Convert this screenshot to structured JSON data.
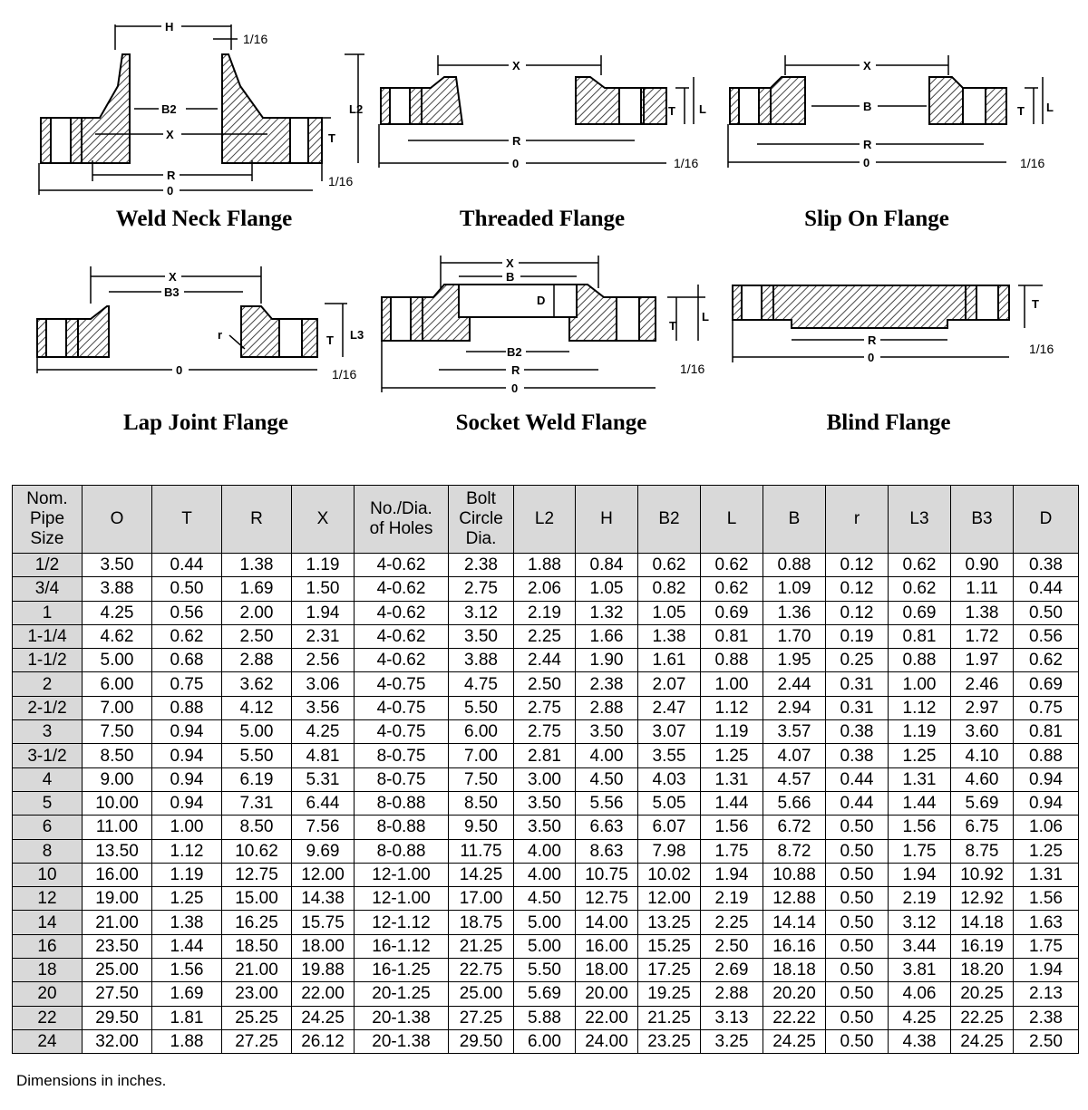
{
  "diagrams": {
    "weld_neck": {
      "title": "Weld Neck Flange",
      "labels": {
        "H": "H",
        "frac_top": "1/16",
        "B2": "B2",
        "X": "X",
        "L2": "L2",
        "T": "T",
        "R": "R",
        "O": "0",
        "frac_bottom": "1/16"
      }
    },
    "threaded": {
      "title": "Threaded Flange",
      "labels": {
        "X": "X",
        "T": "T",
        "L": "L",
        "R": "R",
        "O": "0",
        "frac": "1/16"
      }
    },
    "slip_on": {
      "title": "Slip On Flange",
      "labels": {
        "X": "X",
        "B": "B",
        "T": "T",
        "L": "L",
        "R": "R",
        "O": "0",
        "frac": "1/16"
      }
    },
    "lap_joint": {
      "title": "Lap Joint Flange",
      "labels": {
        "X": "X",
        "B3": "B3",
        "r": "r",
        "T": "T",
        "L3": "L3",
        "O": "0",
        "frac": "1/16"
      }
    },
    "socket_weld": {
      "title": "Socket Weld Flange",
      "labels": {
        "X": "X",
        "B": "B",
        "D": "D",
        "T": "T",
        "L": "L",
        "B2": "B2",
        "R": "R",
        "O": "0",
        "frac": "1/16"
      }
    },
    "blind": {
      "title": "Blind Flange",
      "labels": {
        "T": "T",
        "R": "R",
        "O": "0",
        "frac": "1/16"
      }
    }
  },
  "table": {
    "headers": [
      [
        "Nom.",
        "Pipe",
        "Size"
      ],
      [
        "O"
      ],
      [
        "T"
      ],
      [
        "R"
      ],
      [
        "X"
      ],
      [
        "No./Dia.",
        "of Holes"
      ],
      [
        "Bolt",
        "Circle",
        "Dia."
      ],
      [
        "L2"
      ],
      [
        "H"
      ],
      [
        "B2"
      ],
      [
        "L"
      ],
      [
        "B"
      ],
      [
        "r"
      ],
      [
        "L3"
      ],
      [
        "B3"
      ],
      [
        "D"
      ]
    ],
    "rows": [
      [
        "1/2",
        "3.50",
        "0.44",
        "1.38",
        "1.19",
        "4-0.62",
        "2.38",
        "1.88",
        "0.84",
        "0.62",
        "0.62",
        "0.88",
        "0.12",
        "0.62",
        "0.90",
        "0.38"
      ],
      [
        "3/4",
        "3.88",
        "0.50",
        "1.69",
        "1.50",
        "4-0.62",
        "2.75",
        "2.06",
        "1.05",
        "0.82",
        "0.62",
        "1.09",
        "0.12",
        "0.62",
        "1.11",
        "0.44"
      ],
      [
        "1",
        "4.25",
        "0.56",
        "2.00",
        "1.94",
        "4-0.62",
        "3.12",
        "2.19",
        "1.32",
        "1.05",
        "0.69",
        "1.36",
        "0.12",
        "0.69",
        "1.38",
        "0.50"
      ],
      [
        "1-1/4",
        "4.62",
        "0.62",
        "2.50",
        "2.31",
        "4-0.62",
        "3.50",
        "2.25",
        "1.66",
        "1.38",
        "0.81",
        "1.70",
        "0.19",
        "0.81",
        "1.72",
        "0.56"
      ],
      [
        "1-1/2",
        "5.00",
        "0.68",
        "2.88",
        "2.56",
        "4-0.62",
        "3.88",
        "2.44",
        "1.90",
        "1.61",
        "0.88",
        "1.95",
        "0.25",
        "0.88",
        "1.97",
        "0.62"
      ],
      [
        "2",
        "6.00",
        "0.75",
        "3.62",
        "3.06",
        "4-0.75",
        "4.75",
        "2.50",
        "2.38",
        "2.07",
        "1.00",
        "2.44",
        "0.31",
        "1.00",
        "2.46",
        "0.69"
      ],
      [
        "2-1/2",
        "7.00",
        "0.88",
        "4.12",
        "3.56",
        "4-0.75",
        "5.50",
        "2.75",
        "2.88",
        "2.47",
        "1.12",
        "2.94",
        "0.31",
        "1.12",
        "2.97",
        "0.75"
      ],
      [
        "3",
        "7.50",
        "0.94",
        "5.00",
        "4.25",
        "4-0.75",
        "6.00",
        "2.75",
        "3.50",
        "3.07",
        "1.19",
        "3.57",
        "0.38",
        "1.19",
        "3.60",
        "0.81"
      ],
      [
        "3-1/2",
        "8.50",
        "0.94",
        "5.50",
        "4.81",
        "8-0.75",
        "7.00",
        "2.81",
        "4.00",
        "3.55",
        "1.25",
        "4.07",
        "0.38",
        "1.25",
        "4.10",
        "0.88"
      ],
      [
        "4",
        "9.00",
        "0.94",
        "6.19",
        "5.31",
        "8-0.75",
        "7.50",
        "3.00",
        "4.50",
        "4.03",
        "1.31",
        "4.57",
        "0.44",
        "1.31",
        "4.60",
        "0.94"
      ],
      [
        "5",
        "10.00",
        "0.94",
        "7.31",
        "6.44",
        "8-0.88",
        "8.50",
        "3.50",
        "5.56",
        "5.05",
        "1.44",
        "5.66",
        "0.44",
        "1.44",
        "5.69",
        "0.94"
      ],
      [
        "6",
        "11.00",
        "1.00",
        "8.50",
        "7.56",
        "8-0.88",
        "9.50",
        "3.50",
        "6.63",
        "6.07",
        "1.56",
        "6.72",
        "0.50",
        "1.56",
        "6.75",
        "1.06"
      ],
      [
        "8",
        "13.50",
        "1.12",
        "10.62",
        "9.69",
        "8-0.88",
        "11.75",
        "4.00",
        "8.63",
        "7.98",
        "1.75",
        "8.72",
        "0.50",
        "1.75",
        "8.75",
        "1.25"
      ],
      [
        "10",
        "16.00",
        "1.19",
        "12.75",
        "12.00",
        "12-1.00",
        "14.25",
        "4.00",
        "10.75",
        "10.02",
        "1.94",
        "10.88",
        "0.50",
        "1.94",
        "10.92",
        "1.31"
      ],
      [
        "12",
        "19.00",
        "1.25",
        "15.00",
        "14.38",
        "12-1.00",
        "17.00",
        "4.50",
        "12.75",
        "12.00",
        "2.19",
        "12.88",
        "0.50",
        "2.19",
        "12.92",
        "1.56"
      ],
      [
        "14",
        "21.00",
        "1.38",
        "16.25",
        "15.75",
        "12-1.12",
        "18.75",
        "5.00",
        "14.00",
        "13.25",
        "2.25",
        "14.14",
        "0.50",
        "3.12",
        "14.18",
        "1.63"
      ],
      [
        "16",
        "23.50",
        "1.44",
        "18.50",
        "18.00",
        "16-1.12",
        "21.25",
        "5.00",
        "16.00",
        "15.25",
        "2.50",
        "16.16",
        "0.50",
        "3.44",
        "16.19",
        "1.75"
      ],
      [
        "18",
        "25.00",
        "1.56",
        "21.00",
        "19.88",
        "16-1.25",
        "22.75",
        "5.50",
        "18.00",
        "17.25",
        "2.69",
        "18.18",
        "0.50",
        "3.81",
        "18.20",
        "1.94"
      ],
      [
        "20",
        "27.50",
        "1.69",
        "23.00",
        "22.00",
        "20-1.25",
        "25.00",
        "5.69",
        "20.00",
        "19.25",
        "2.88",
        "20.20",
        "0.50",
        "4.06",
        "20.25",
        "2.13"
      ],
      [
        "22",
        "29.50",
        "1.81",
        "25.25",
        "24.25",
        "20-1.38",
        "27.25",
        "5.88",
        "22.00",
        "21.25",
        "3.13",
        "22.22",
        "0.50",
        "4.25",
        "22.25",
        "2.38"
      ],
      [
        "24",
        "32.00",
        "1.88",
        "27.25",
        "26.12",
        "20-1.38",
        "29.50",
        "6.00",
        "24.00",
        "23.25",
        "3.25",
        "24.25",
        "0.50",
        "4.38",
        "24.25",
        "2.50"
      ]
    ],
    "footnote": "Dimensions in inches."
  }
}
